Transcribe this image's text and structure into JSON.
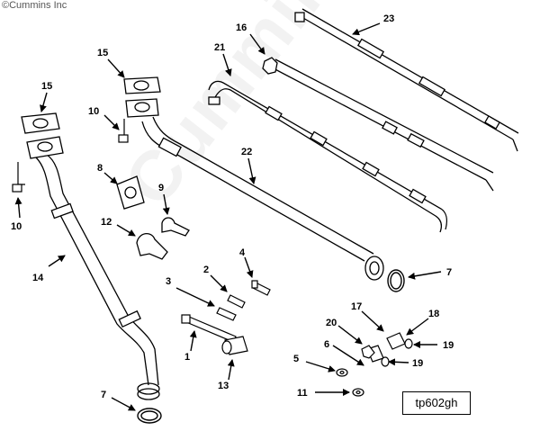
{
  "copyright": "©Cummins Inc",
  "watermark": "Cummins",
  "drawing_code": "tp602gh",
  "callouts": {
    "c23": "23",
    "c16": "16",
    "c21": "21",
    "c15a": "15",
    "c15b": "15",
    "c10a": "10",
    "c10b": "10",
    "c22": "22",
    "c8": "8",
    "c9": "9",
    "c12": "12",
    "c14": "14",
    "c4": "4",
    "c2": "2",
    "c3": "3",
    "c7a": "7",
    "c7b": "7",
    "c1": "1",
    "c13": "13",
    "c17": "17",
    "c18": "18",
    "c20": "20",
    "c19a": "19",
    "c19b": "19",
    "c6": "6",
    "c5": "5",
    "c11": "11"
  }
}
